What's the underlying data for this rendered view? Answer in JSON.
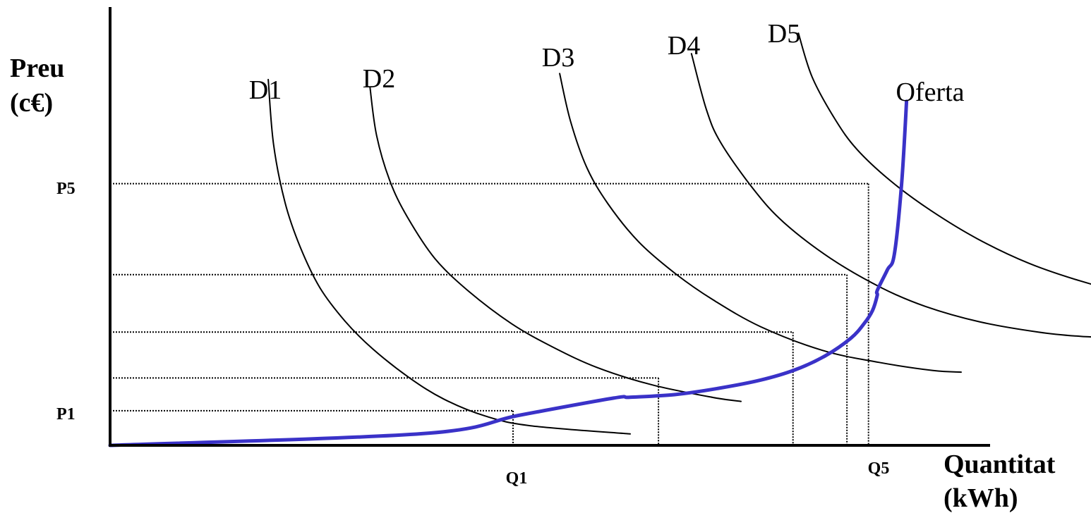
{
  "chart_data": {
    "type": "line",
    "title": "",
    "ylabel_lines": [
      "Preu",
      "(c€)"
    ],
    "xlabel_lines": [
      "Quantitat",
      "(kWh)"
    ],
    "y_ticks": [
      "P5",
      "P1"
    ],
    "x_ticks": [
      "Q1",
      "Q5"
    ],
    "colors": {
      "supply": "#3a32c8",
      "demand": "#000000",
      "axis": "#000000",
      "guide": "#000000"
    },
    "series": [
      {
        "name": "D1",
        "role": "demand",
        "points": [
          [
            0.1812,
            0.8213
          ],
          [
            0.1872,
            0.6765
          ],
          [
            0.2005,
            0.5446
          ],
          [
            0.2179,
            0.445
          ],
          [
            0.2404,
            0.3537
          ],
          [
            0.2693,
            0.2785
          ],
          [
            0.3004,
            0.2174
          ],
          [
            0.3426,
            0.1521
          ],
          [
            0.3822,
            0.1039
          ],
          [
            0.4303,
            0.0655
          ],
          [
            0.4817,
            0.044
          ],
          [
            0.5958,
            0.0256
          ]
        ]
      },
      {
        "name": "D2",
        "role": "demand",
        "points": [
          [
            0.2977,
            0.8042
          ],
          [
            0.3053,
            0.6955
          ],
          [
            0.3206,
            0.5934
          ],
          [
            0.3404,
            0.513
          ],
          [
            0.3719,
            0.42
          ],
          [
            0.4107,
            0.3461
          ],
          [
            0.4598,
            0.2732
          ],
          [
            0.5069,
            0.2209
          ],
          [
            0.558,
            0.1747
          ],
          [
            0.6211,
            0.1357
          ],
          [
            0.6909,
            0.1075
          ],
          [
            0.7227,
            0.0987
          ]
        ]
      },
      {
        "name": "D3",
        "role": "demand",
        "points": [
          [
            0.515,
            0.8348
          ],
          [
            0.5273,
            0.7287
          ],
          [
            0.5461,
            0.6239
          ],
          [
            0.5705,
            0.5419
          ],
          [
            0.6055,
            0.457
          ],
          [
            0.6478,
            0.3853
          ],
          [
            0.6906,
            0.3269
          ],
          [
            0.7452,
            0.2665
          ],
          [
            0.8157,
            0.2134
          ],
          [
            0.8805,
            0.1864
          ],
          [
            0.9426,
            0.1681
          ],
          [
            0.9749,
            0.1644
          ]
        ]
      },
      {
        "name": "D4",
        "role": "demand",
        "points": [
          [
            0.666,
            0.8796
          ],
          [
            0.6831,
            0.7539
          ],
          [
            0.7,
            0.6781
          ],
          [
            0.738,
            0.5728
          ],
          [
            0.7718,
            0.5005
          ],
          [
            0.8251,
            0.4202
          ],
          [
            0.8832,
            0.3542
          ],
          [
            0.9339,
            0.312
          ],
          [
            0.9959,
            0.2775
          ],
          [
            1.0632,
            0.2544
          ],
          [
            1.1124,
            0.2446
          ],
          [
            1.1523,
            0.2421
          ]
        ]
      },
      {
        "name": "D5",
        "role": "demand",
        "points": [
          [
            0.7885,
            0.9255
          ],
          [
            0.8041,
            0.8276
          ],
          [
            0.8303,
            0.7328
          ],
          [
            0.8555,
            0.6647
          ],
          [
            0.8953,
            0.5919
          ],
          [
            0.9412,
            0.526
          ],
          [
            0.9933,
            0.4641
          ],
          [
            1.0522,
            0.4091
          ],
          [
            1.1112,
            0.3693
          ],
          [
            1.1694,
            0.3396
          ],
          [
            1.2282,
            0.3178
          ],
          [
            1.2499,
            0.3111
          ]
        ]
      },
      {
        "name": "Oferta",
        "role": "supply",
        "points": [
          [
            0.0,
            0.0
          ],
          [
            0.3575,
            0.0262
          ],
          [
            0.4679,
            0.0673
          ],
          [
            0.5769,
            0.1062
          ],
          [
            0.5953,
            0.1079
          ],
          [
            0.6467,
            0.114
          ],
          [
            0.694,
            0.127
          ],
          [
            0.7445,
            0.1462
          ],
          [
            0.7845,
            0.1694
          ],
          [
            0.8193,
            0.2011
          ],
          [
            0.8486,
            0.2407
          ],
          [
            0.8638,
            0.2735
          ],
          [
            0.8735,
            0.3032
          ],
          [
            0.8788,
            0.3367
          ],
          [
            0.8788,
            0.3477
          ],
          [
            0.8905,
            0.3943
          ],
          [
            0.8984,
            0.4289
          ],
          [
            0.9067,
            0.5867
          ],
          [
            0.9124,
            0.7723
          ]
        ]
      }
    ],
    "equilibria": [
      {
        "q": 0.4616,
        "p": 0.0778
      },
      {
        "q": 0.6282,
        "p": 0.1514
      },
      {
        "q": 0.7823,
        "p": 0.2544
      },
      {
        "q": 0.8441,
        "p": 0.3834
      },
      {
        "q": 0.8688,
        "p": 0.5877
      }
    ],
    "xlim": [
      0,
      1
    ],
    "ylim": [
      0,
      1
    ],
    "grid": false
  }
}
